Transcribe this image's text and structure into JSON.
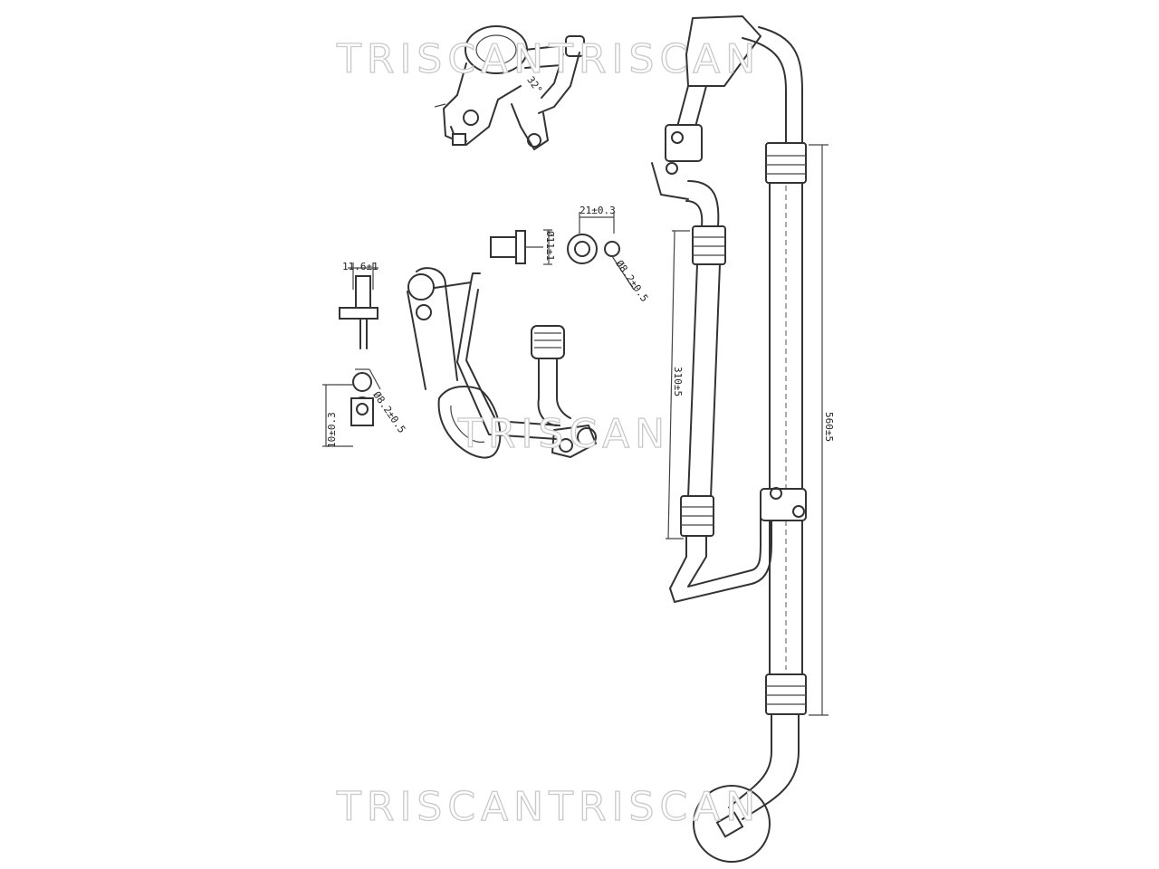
{
  "watermarks": {
    "top": "TRISCANTRISCAN",
    "middle": "TRISCAN",
    "bottom": "TRISCANTRISCAN"
  },
  "dimensions": {
    "overall_length": "560±5",
    "inner_length": "310±5",
    "bore_top": "11.6±1",
    "ring_width": "21±0.3",
    "small_dia": "Ø11±1",
    "hole_dia": "Ø8.2±0.5",
    "fitting_hole": "Ø8.2±0.5",
    "fitting_height": "10±0.3",
    "bend_angle": "32°"
  },
  "colors": {
    "line": "#333333",
    "watermark_outline": "#c9c9c9",
    "background": "#ffffff"
  }
}
